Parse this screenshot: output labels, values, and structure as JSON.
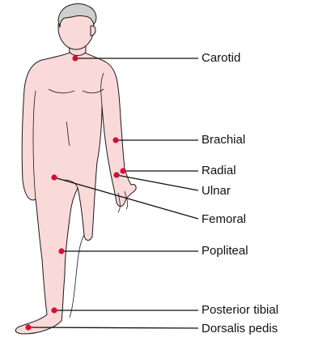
{
  "colors": {
    "skin": "#f9dad8",
    "outline": "#1a1a1a",
    "hair": "#cfcfcf",
    "pulse_dot": "#d0103a",
    "leader_line": "#111111"
  },
  "pulse_points": [
    {
      "id": "carotid",
      "label": "Carotid"
    },
    {
      "id": "brachial",
      "label": "Brachial"
    },
    {
      "id": "radial",
      "label": "Radial"
    },
    {
      "id": "ulnar",
      "label": "Ulnar"
    },
    {
      "id": "femoral",
      "label": "Femoral"
    },
    {
      "id": "popliteal",
      "label": "Popliteal"
    },
    {
      "id": "posterior-tibial",
      "label": "Posterior tibial"
    },
    {
      "id": "dorsalis-pedis",
      "label": "Dorsalis pedis"
    }
  ]
}
